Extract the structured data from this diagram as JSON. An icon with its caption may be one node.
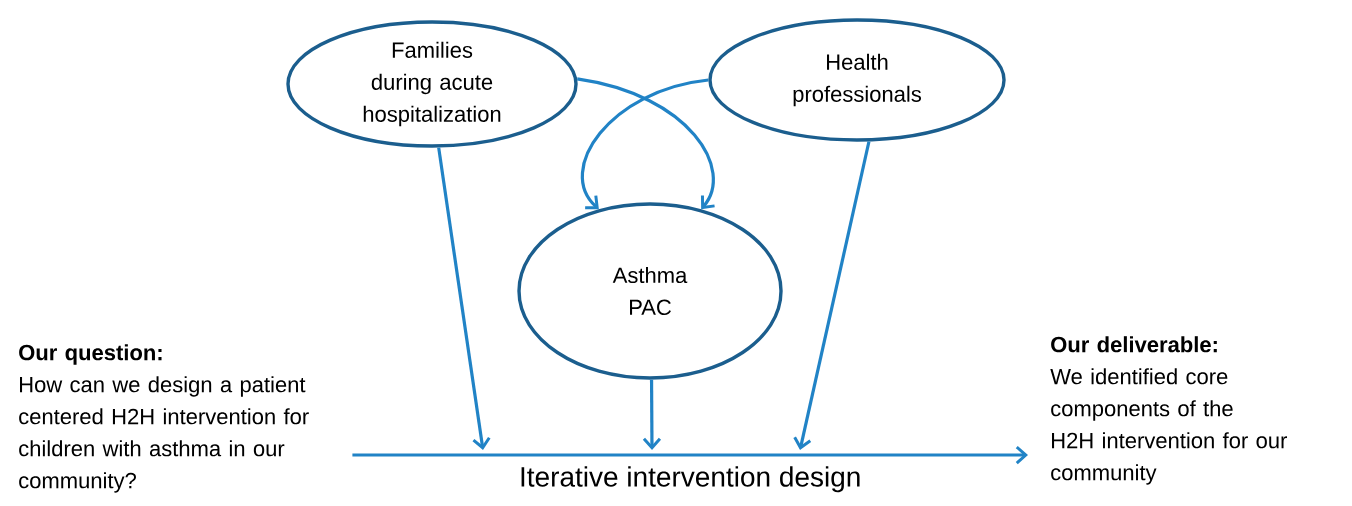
{
  "diagram": {
    "nodes": [
      {
        "text": [
          "Families during acute hospitalization"
        ]
      },
      {
        "text": [
          "Health professionals"
        ]
      },
      {
        "text": [
          "Asthma PAC"
        ]
      },
      {
        "text": [
          "Our question:",
          "How can we design a patient centered H2H intervention for children with asthma in our community?"
        ]
      },
      {
        "text": [
          "Our deliverable:",
          "We identified core components of the H2H intervention for our community"
        ]
      }
    ],
    "edges": [
      {
        "from": 0,
        "to": 2,
        "arrow": "to"
      },
      {
        "from": 1,
        "to": 2,
        "arrow": "to"
      },
      {
        "from": 0,
        "to": null,
        "arrow": "to"
      },
      {
        "from": 2,
        "to": null,
        "arrow": "to"
      },
      {
        "from": 1,
        "to": null,
        "arrow": "to"
      },
      {
        "from": 3,
        "to": 4,
        "arrow": "to",
        "label": "Iterative intervention design"
      }
    ]
  }
}
